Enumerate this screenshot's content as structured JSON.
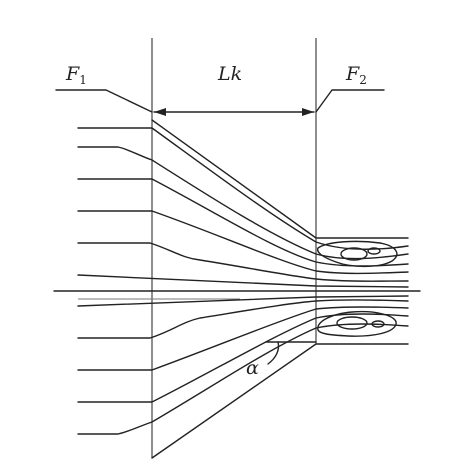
{
  "labels": {
    "inlet_area": "F",
    "inlet_area_sub": "1",
    "length": "Lk",
    "outlet_area": "F",
    "outlet_area_sub": "2",
    "angle": "α"
  }
}
